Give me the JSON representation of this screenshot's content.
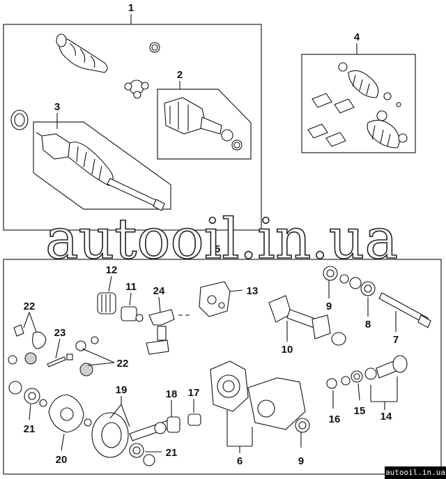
{
  "callouts": {
    "c1": "1",
    "c2": "2",
    "c3": "3",
    "c4": "4",
    "c5": "5",
    "c6": "6",
    "c7": "7",
    "c8": "8",
    "c9a": "9",
    "c9b": "9",
    "c10": "10",
    "c11": "11",
    "c12": "12",
    "c13": "13",
    "c14": "14",
    "c15": "15",
    "c16": "16",
    "c17": "17",
    "c18": "18",
    "c19": "19",
    "c20": "20",
    "c21a": "21",
    "c21b": "21",
    "c22a": "22",
    "c22b": "22",
    "c23": "23",
    "c24": "24"
  },
  "watermark": "autooil.in.ua",
  "site_tag": "autooil.in.ua"
}
